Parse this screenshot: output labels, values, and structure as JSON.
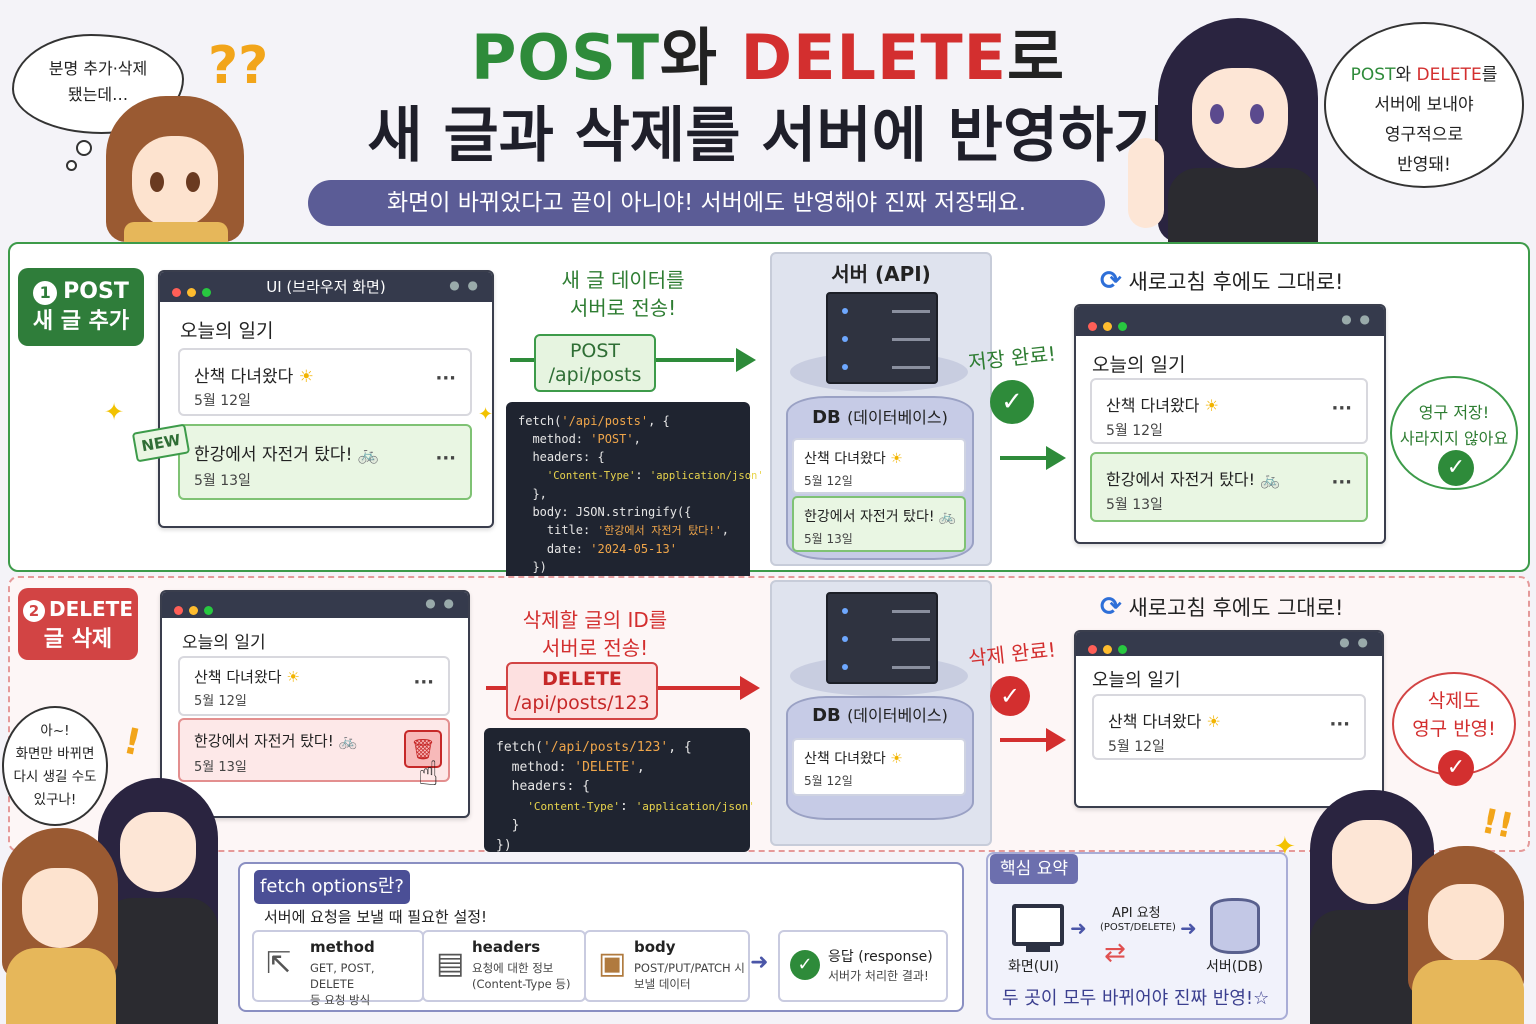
{
  "header": {
    "title_post": "POST",
    "title_wa": "와 ",
    "title_delete": "DELETE",
    "title_ro": "로",
    "title_line2": "새 글과 삭제를 서버에 반영하기",
    "subtitle": "화면이 바뀌었다고 끝이 아니야! 서버에도 반영해야 진짜 저장돼요."
  },
  "bubbles": {
    "top_left": "분명 추가·삭제\n됐는데…",
    "top_right_post": "POST",
    "top_right_wa": "와 ",
    "top_right_delete": "DELETE",
    "top_right_rest": "를\n서버에 보내야\n영구적으로\n반영돼!",
    "left_mid": "아~!\n화면만 바뀌면\n다시 생길 수도\n있구나!",
    "qmarks": "??",
    "excl_left": "!",
    "excl_right": "!!"
  },
  "post_section": {
    "badge_num": "1",
    "badge_method": "POST",
    "badge_desc": "새 글 추가",
    "window_title": "UI (브라우저 화면)",
    "diary_title": "오늘의 일기",
    "cards": [
      {
        "title": "산책 다녀왔다",
        "date": "5월 12일"
      },
      {
        "title": "한강에서 자전거 탔다!",
        "date": "5월 13일"
      }
    ],
    "new_tag": "NEW",
    "more": "···",
    "send_note": "새 글 데이터를\n서버로 전송!",
    "method": "POST",
    "endpoint": "/api/posts",
    "saved_note": "저장 완료!",
    "refresh_note": "새로고침 후에도 그대로!",
    "result_note": "영구 저장!\n사라지지 않아요"
  },
  "post_code": {
    "l1a": "fetch(",
    "l1s": "'/api/posts'",
    "l1b": ", {",
    "l2a": "  method: ",
    "l2s": "'POST'",
    "l2b": ",",
    "l3": "  headers: {",
    "l4a": "    ",
    "l4s": "'Content-Type'",
    "l4b": ": ",
    "l4c": "'application/json'",
    "l5": "  },",
    "l6": "  body: JSON.stringify({",
    "l7a": "    title: ",
    "l7s": "'한강에서 자전거 탔다!'",
    "l7b": ",",
    "l8a": "    date: ",
    "l8s": "'2024-05-13'",
    "l9": "  })",
    "l10": "})"
  },
  "server": {
    "title": "서버 (API)",
    "db_label": "DB",
    "db_sub": "(데이터베이스)",
    "post_cards": [
      {
        "title": "산책 다녀왔다",
        "date": "5월 12일"
      },
      {
        "title": "한강에서 자전거 탔다!",
        "date": "5월 13일"
      }
    ],
    "del_cards": [
      {
        "title": "산책 다녀왔다",
        "date": "5월 12일"
      }
    ]
  },
  "delete_section": {
    "badge_num": "2",
    "badge_method": "DELETE",
    "badge_desc": "글 삭제",
    "diary_title": "오늘의 일기",
    "cards": [
      {
        "title": "산책 다녀왔다",
        "date": "5월 12일"
      },
      {
        "title": "한강에서 자전거 탔다!",
        "date": "5월 13일"
      }
    ],
    "send_note": "삭제할 글의 ID를\n서버로 전송!",
    "method": "DELETE",
    "endpoint": "/api/posts/123",
    "deleted_note": "삭제 완료!",
    "refresh_note": "새로고침 후에도 그대로!",
    "result_note": "삭제도\n영구 반영!",
    "more": "···"
  },
  "delete_code": {
    "l1a": "fetch(",
    "l1s": "'/api/posts/123'",
    "l1b": ", {",
    "l2a": "  method: ",
    "l2s": "'DELETE'",
    "l2b": ",",
    "l3": "  headers: {",
    "l4a": "    ",
    "l4s": "'Content-Type'",
    "l4b": ": ",
    "l4c": "'application/json'",
    "l5": "  }",
    "l6": "})"
  },
  "fetch_options": {
    "tag": "fetch options란?",
    "sub": "서버에 요청을 보낼 때 필요한 설정!",
    "items": [
      {
        "head": "method",
        "body": "GET, POST, DELETE\n등 요청 방식",
        "icon": "signpost-icon"
      },
      {
        "head": "headers",
        "body": "요청에 대한 정보\n(Content-Type 등)",
        "icon": "document-icon"
      },
      {
        "head": "body",
        "body": "POST/PUT/PATCH 시\n보낼 데이터",
        "icon": "box-icon"
      }
    ],
    "response_head": "응답 (response)",
    "response_body": "서버가 처리한 결과!"
  },
  "summary": {
    "tag": "핵심 요약",
    "api_label": "API 요청",
    "api_sub": "(POST/DELETE)",
    "screen_label": "화면(UI)",
    "db_label": "서버(DB)",
    "footer": "두 곳이 모두 바뀌어야 진짜 반영!☆"
  },
  "colors": {
    "post_green": "#2e8b3a",
    "delete_red": "#d32f2f",
    "subtitle_bg": "#5b5c96",
    "code_bg": "#1f2430"
  }
}
